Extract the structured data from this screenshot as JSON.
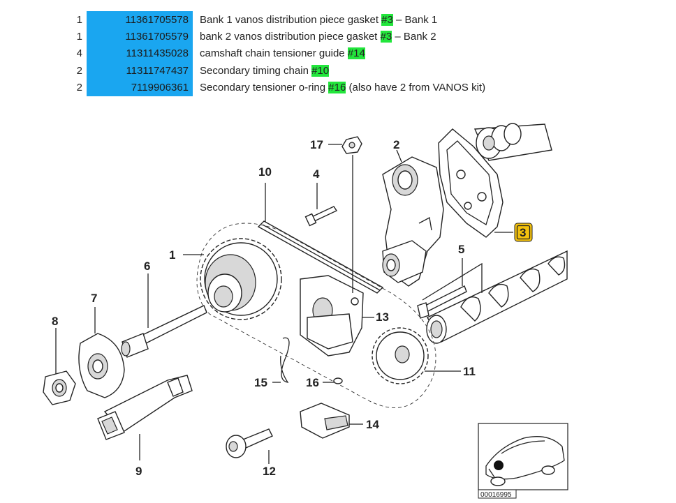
{
  "parts": [
    {
      "qty": "1",
      "part_number": "11361705578",
      "pre": "Bank 1 vanos distribution piece gasket ",
      "tag": "#3",
      "post": " – Bank 1"
    },
    {
      "qty": "1",
      "part_number": "11361705579",
      "pre": "bank 2 vanos distribution piece gasket ",
      "tag": "#3",
      "post": " – Bank 2"
    },
    {
      "qty": "4",
      "part_number": "11311435028",
      "pre": "camshaft chain tensioner guide ",
      "tag": "#14",
      "post": ""
    },
    {
      "qty": "2",
      "part_number": "11311747437",
      "pre": "Secondary timing chain ",
      "tag": "#10",
      "post": ""
    },
    {
      "qty": "2",
      "part_number": "7119906361",
      "pre": "Secondary tensioner o-ring ",
      "tag": "#16",
      "post": " (also have 2 from VANOS kit)"
    }
  ],
  "colors": {
    "part_number_bg": "#1aa6f0",
    "highlight": "#22e63c",
    "callout_box": "#f4c20d"
  },
  "diagram": {
    "callouts": {
      "c1": "1",
      "c2": "2",
      "c3": "3",
      "c4": "4",
      "c5": "5",
      "c6": "6",
      "c7": "7",
      "c8": "8",
      "c9": "9",
      "c10": "10",
      "c11": "11",
      "c12": "12",
      "c13": "13",
      "c14": "14",
      "c15": "15",
      "c16": "16",
      "c17": "17"
    },
    "reference_number": "00016995"
  }
}
